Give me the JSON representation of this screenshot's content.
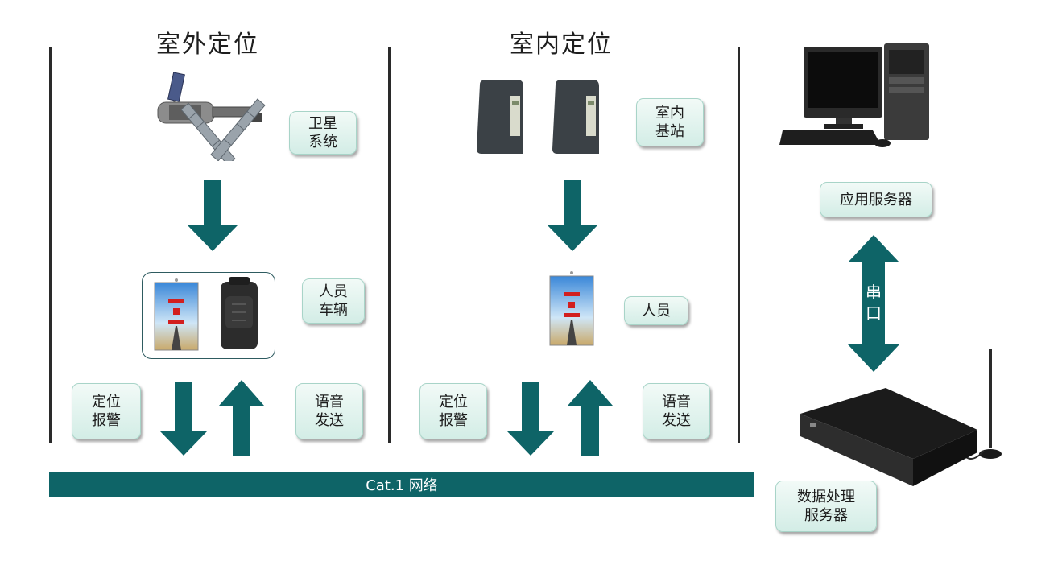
{
  "sections": {
    "outdoor_title": "室外定位",
    "indoor_title": "室内定位"
  },
  "outdoor": {
    "satellite_label": "卫星\n系统",
    "terminal_label": "人员\n车辆",
    "alarm_label": "定位\n报警",
    "voice_label": "语音\n发送"
  },
  "indoor": {
    "basestation_label": "室内\n基站",
    "person_label": "人员",
    "alarm_label": "定位\n报警",
    "voice_label": "语音\n发送"
  },
  "servers": {
    "app_server_label": "应用服务器",
    "serial_port_label": "串\n口",
    "data_server_label": "数据处理\n服务器"
  },
  "network": {
    "label": "Cat.1 网络"
  },
  "colors": {
    "arrow": "#0e6467",
    "label_bg": "#dff2ec",
    "bar": "#0e6467"
  }
}
